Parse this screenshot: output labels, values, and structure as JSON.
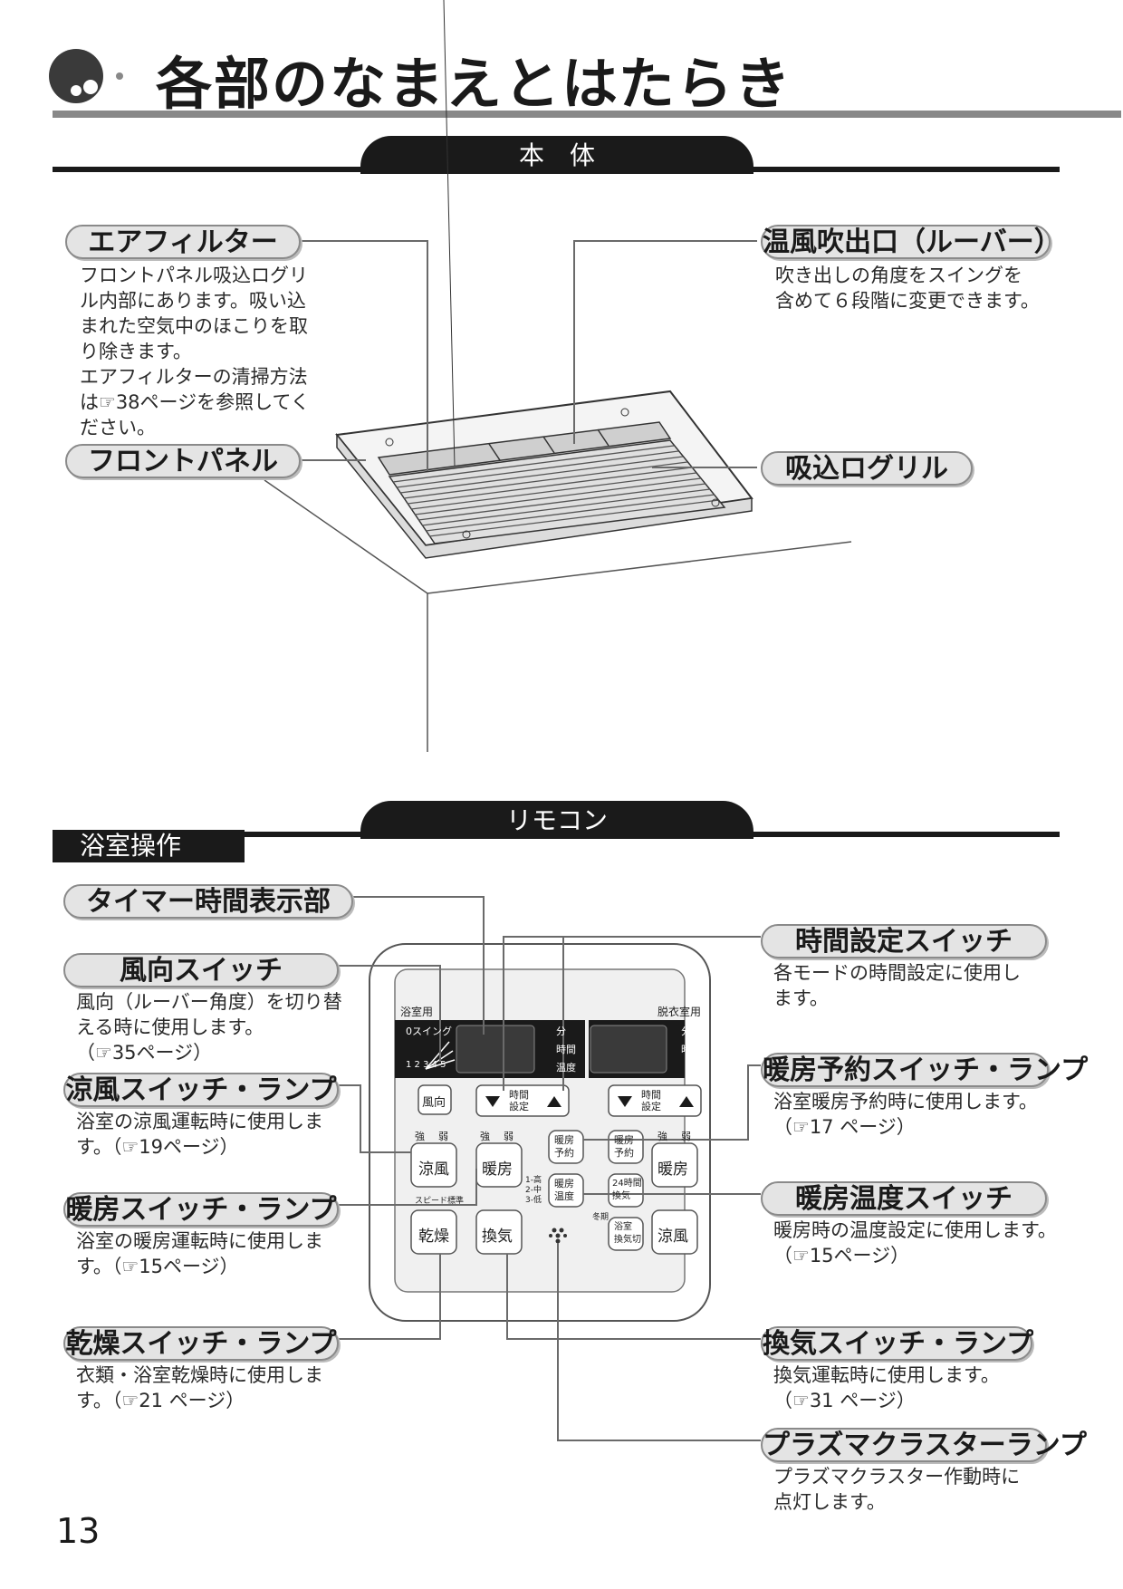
{
  "page": {
    "title": "各部のなまえとはたらき",
    "page_number": "13"
  },
  "sections": {
    "body": "本　体",
    "remote": "リモコン",
    "bath_operation": "浴室操作"
  },
  "body_labels": {
    "air_filter": {
      "title": "エアフィルター",
      "lines": [
        "フロントパネル吸込ログリ",
        "ル内部にあります。吸い込",
        "まれた空気中のほこりを取",
        "り除きます。",
        "エアフィルターの清掃方法",
        "は☞38ページを参照してく",
        "ださい。"
      ]
    },
    "front_panel": {
      "title": "フロントパネル"
    },
    "louver": {
      "title": "温風吹出口（ルーバー）",
      "lines": [
        "吹き出しの角度をスイングを",
        "含めて６段階に変更できます。"
      ]
    },
    "intake_grille": {
      "title": "吸込ログリル"
    }
  },
  "remote_labels": {
    "timer_display": {
      "title": "タイマー時間表示部"
    },
    "direction_switch": {
      "title": "風向スイッチ",
      "lines": [
        "風向（ルーバー角度）を切り替",
        "える時に使用します。",
        "（☞35ページ）"
      ]
    },
    "cool_switch": {
      "title": "涼風スイッチ・ランプ",
      "lines": [
        "浴室の涼風運転時に使用しま",
        "す。（☞19ページ）"
      ]
    },
    "heat_switch": {
      "title": "暖房スイッチ・ランプ",
      "lines": [
        "浴室の暖房運転時に使用しま",
        "す。（☞15ページ）"
      ]
    },
    "dry_switch": {
      "title": "乾燥スイッチ・ランプ",
      "lines": [
        "衣類・浴室乾燥時に使用しま",
        "す。（☞21 ページ）"
      ]
    },
    "time_set_switch": {
      "title": "時間設定スイッチ",
      "lines": [
        "各モードの時間設定に使用し",
        "ます。"
      ]
    },
    "heat_reserve": {
      "title": "暖房予約スイッチ・ランプ",
      "lines": [
        "浴室暖房予約時に使用します。",
        "（☞17 ページ）"
      ]
    },
    "heat_temp": {
      "title": "暖房温度スイッチ",
      "lines": [
        "暖房時の温度設定に使用します。",
        "（☞15ページ）"
      ]
    },
    "vent_switch": {
      "title": "換気スイッチ・ランプ",
      "lines": [
        "換気運転時に使用します。",
        "（☞31 ページ）"
      ]
    },
    "plasma_lamp": {
      "title": "プラズマクラスターランプ",
      "lines": [
        "プラズマクラスター作動時に",
        "点灯します。"
      ]
    }
  },
  "remote_panel": {
    "bath_label": "浴室用",
    "dressing_label": "脱衣室用",
    "swing_label": "0スイング",
    "angle_digits": "1 2 3 4 5",
    "min": "分",
    "hour": "時間",
    "temp": "温度",
    "time_set": [
      "時間",
      "設定"
    ],
    "lamp_strong": "強",
    "lamp_weak": "弱",
    "lamp_speed": "スピード",
    "lamp_standard": "標準",
    "lamp_winter": "冬期",
    "temp_levels": [
      "1-高",
      "2-中",
      "3-低"
    ],
    "btn_direction": "風向",
    "btn_cool": "涼風",
    "btn_heat": "暖房",
    "btn_dry": "乾燥",
    "btn_vent": "換気",
    "btn_heat_reserve": [
      "暖房",
      "予約"
    ],
    "btn_heat_temp": [
      "暖房",
      "温度"
    ],
    "btn_24h": [
      "24時間",
      "換気"
    ],
    "btn_bath_vent_off": [
      "浴室",
      "換気切"
    ]
  },
  "colors": {
    "dark": "#1a1a1a",
    "pill_fill": "#e4e4e4",
    "pill_border": "#8a8a8a",
    "line": "#6a6a6a"
  }
}
